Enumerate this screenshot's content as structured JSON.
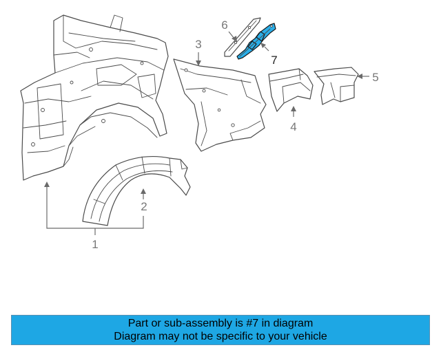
{
  "diagram": {
    "callouts": [
      "1",
      "2",
      "3",
      "4",
      "5",
      "6",
      "7"
    ],
    "highlighted_part": "7",
    "colors": {
      "highlight": "#2aaee8",
      "line": "#4a4a4a",
      "callout_text": "#777777",
      "banner_background": "#1ea7e4"
    }
  },
  "banner": {
    "line1": "Part or sub-assembly is #7 in diagram",
    "line2": "Diagram may not be specific to your vehicle"
  }
}
